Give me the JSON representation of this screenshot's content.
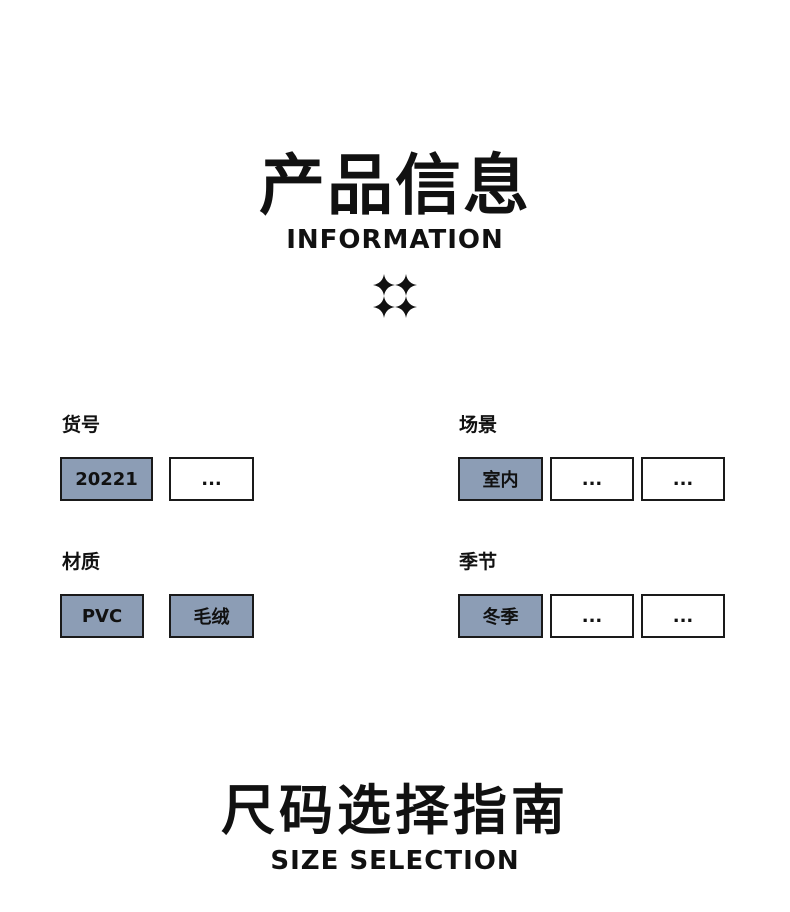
{
  "information": {
    "title_cn": "产品信息",
    "title_en": "INFORMATION",
    "decoration_icon": "four-sparkles-icon"
  },
  "specs": {
    "item_number": {
      "label": "货号",
      "options": [
        "20221",
        "..."
      ],
      "selected": "20221"
    },
    "scene": {
      "label": "场景",
      "options": [
        "室内",
        "...",
        "..."
      ],
      "selected": "室内"
    },
    "material": {
      "label": "材质",
      "options": [
        "PVC",
        "毛绒"
      ],
      "selected": [
        "PVC",
        "毛绒"
      ]
    },
    "season": {
      "label": "季节",
      "options": [
        "冬季",
        "...",
        "..."
      ],
      "selected": "冬季"
    }
  },
  "size_selection": {
    "title_cn": "尺码选择指南",
    "title_en": "SIZE SELECTION"
  },
  "colors": {
    "selected_fill": "#8c9db5",
    "border": "#1a1a1a",
    "text": "#111111",
    "background": "#ffffff"
  }
}
